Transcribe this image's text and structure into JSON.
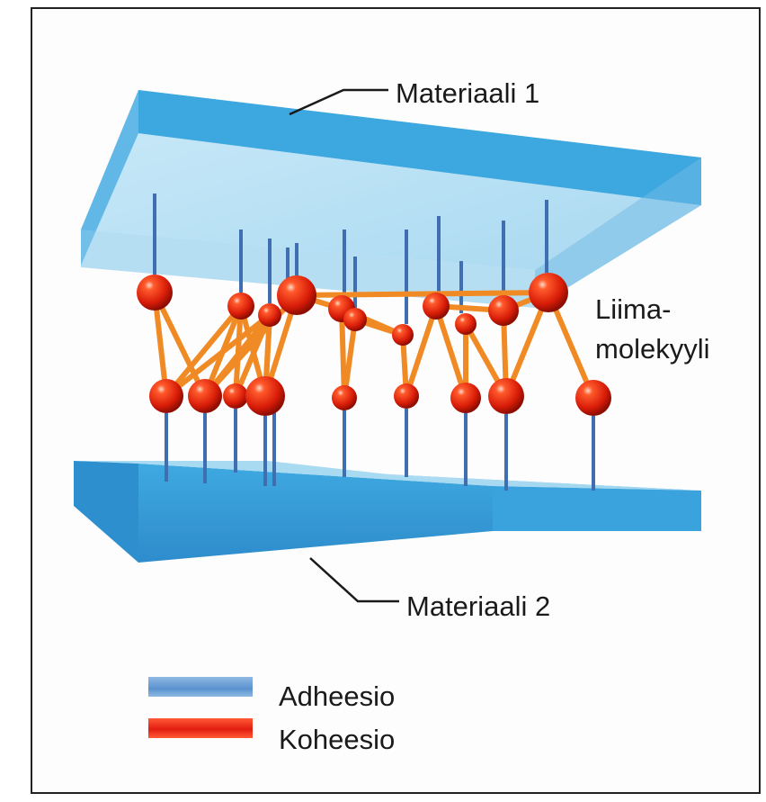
{
  "labels": {
    "material_1": "Materiaali 1",
    "material_2": "Materiaali 2",
    "glue_line1": "Liima-",
    "glue_line2": "molekyyli"
  },
  "legend": [
    {
      "label": "Adheesio",
      "color": "#5a92cf"
    },
    {
      "label": "Koheesio",
      "color": "#e21d10"
    }
  ],
  "colors": {
    "plate_top": "#a9dcf2",
    "plate_face": "#3aa0d8",
    "atom": "#e2220e",
    "bond": "#f08a24",
    "adhesion_line": "#3f6fb0"
  }
}
